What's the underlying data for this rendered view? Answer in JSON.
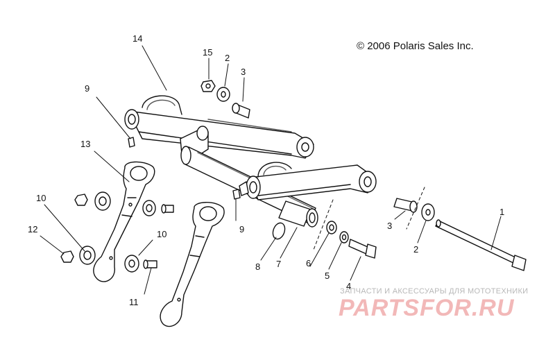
{
  "copyright": "© 2006 Polaris Sales Inc.",
  "watermark": {
    "tagline": "ЗАПЧАСТИ И АКСЕССУАРЫ ДЛЯ МОТОТЕХНИКИ",
    "logo": "PARTSFOR.RU"
  },
  "callouts": {
    "c1": "1",
    "c2a": "2",
    "c2b": "2",
    "c3a": "3",
    "c3b": "3",
    "c4": "4",
    "c5": "5",
    "c6": "6",
    "c7": "7",
    "c8": "8",
    "c9a": "9",
    "c9b": "9",
    "c10a": "10",
    "c10b": "10",
    "c11": "11",
    "c12": "12",
    "c13": "13",
    "c14": "14",
    "c15": "15"
  }
}
